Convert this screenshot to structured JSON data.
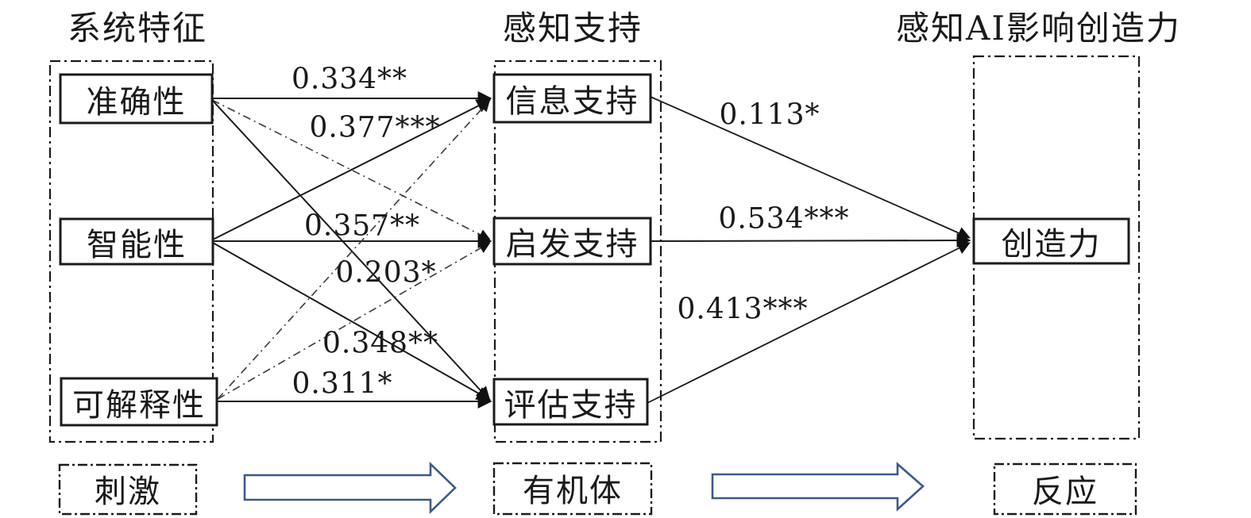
{
  "titles": {
    "left": "系统特征",
    "middle": "感知支持",
    "right": "感知AI影响创造力"
  },
  "nodes": {
    "system": [
      "准确性",
      "智能性",
      "可解释性"
    ],
    "support": [
      "信息支持",
      "启发支持",
      "评估支持"
    ],
    "outcome": [
      "创造力"
    ]
  },
  "sor": [
    "刺激",
    "有机体",
    "反应"
  ],
  "edges": [
    {
      "from": "准确性",
      "to": "信息支持",
      "style": "solid",
      "label": "0.334**"
    },
    {
      "from": "准确性",
      "to": "启发支持",
      "style": "dash-dot",
      "label": ""
    },
    {
      "from": "准确性",
      "to": "评估支持",
      "style": "solid",
      "label": "0.203*"
    },
    {
      "from": "智能性",
      "to": "信息支持",
      "style": "solid",
      "label": "0.377***"
    },
    {
      "from": "智能性",
      "to": "启发支持",
      "style": "solid",
      "label": "0.357**"
    },
    {
      "from": "智能性",
      "to": "评估支持",
      "style": "solid",
      "label": "0.348**"
    },
    {
      "from": "可解释性",
      "to": "信息支持",
      "style": "dash-dot",
      "label": ""
    },
    {
      "from": "可解释性",
      "to": "启发支持",
      "style": "dash-dot",
      "label": ""
    },
    {
      "from": "可解释性",
      "to": "评估支持",
      "style": "solid",
      "label": "0.311*"
    },
    {
      "from": "信息支持",
      "to": "创造力",
      "style": "solid",
      "label": "0.113*"
    },
    {
      "from": "启发支持",
      "to": "创造力",
      "style": "solid",
      "label": "0.534***"
    },
    {
      "from": "评估支持",
      "to": "创造力",
      "style": "solid",
      "label": "0.413***"
    }
  ],
  "colors": {
    "line": "#1b1b1b",
    "box_border": "#1b1b1b",
    "block_arrow_outline": "#3a5a8c",
    "background": "#ffffff"
  }
}
